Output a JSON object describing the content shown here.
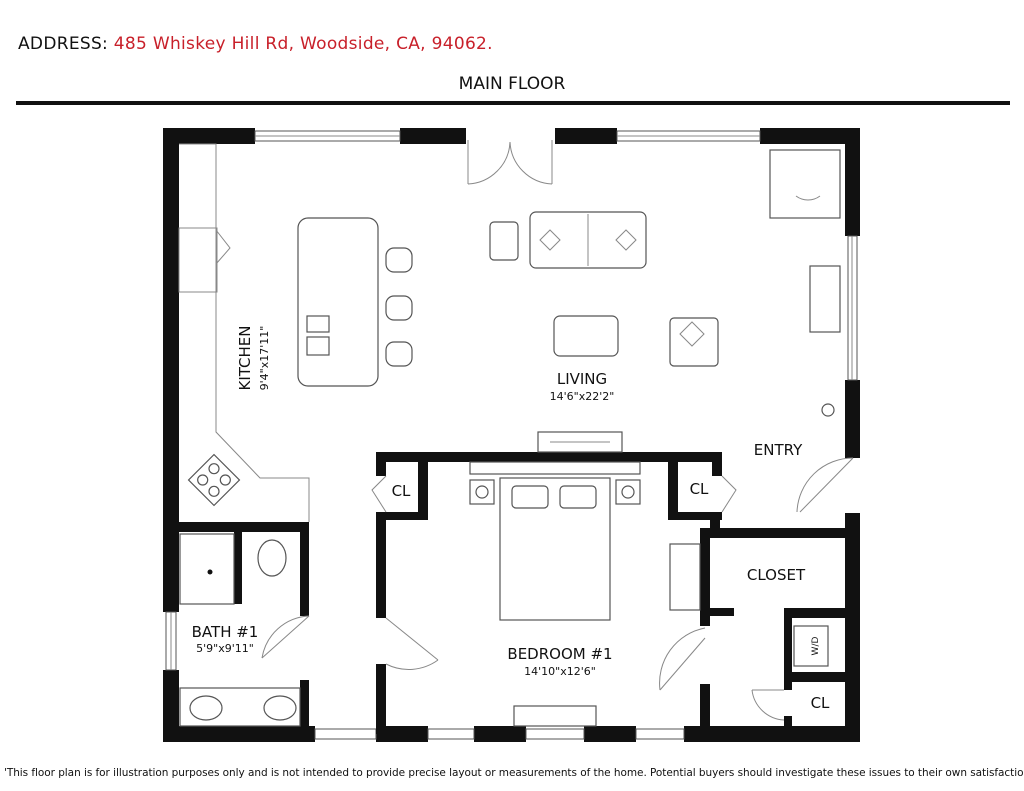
{
  "header": {
    "address_label": "ADDRESS:",
    "address_value": "485 Whiskey Hill Rd, Woodside, CA, 94062.",
    "floor_title": "MAIN FLOOR"
  },
  "rooms": {
    "kitchen": {
      "name": "KITCHEN",
      "dims": "9'4\"x17'11\""
    },
    "living": {
      "name": "LIVING",
      "dims": "14'6\"x22'2\""
    },
    "entry": {
      "name": "ENTRY"
    },
    "closet_left": {
      "name": "CL"
    },
    "closet_right": {
      "name": "CL"
    },
    "closet": {
      "name": "CLOSET"
    },
    "closet_small": {
      "name": "CL"
    },
    "bath": {
      "name": "BATH #1",
      "dims": "5'9\"x9'11\""
    },
    "bedroom": {
      "name": "BEDROOM #1",
      "dims": "14'10\"x12'6\""
    },
    "washer_dryer": {
      "label": "W/D"
    }
  },
  "footer": {
    "disclaimer": "'This floor plan is for illustration purposes only and is not intended to provide precise layout or measurements of the home. Potential buyers should investigate these issues to their own satisfaction.'"
  },
  "colors": {
    "accent": "#c8202a",
    "wall": "#111111"
  }
}
